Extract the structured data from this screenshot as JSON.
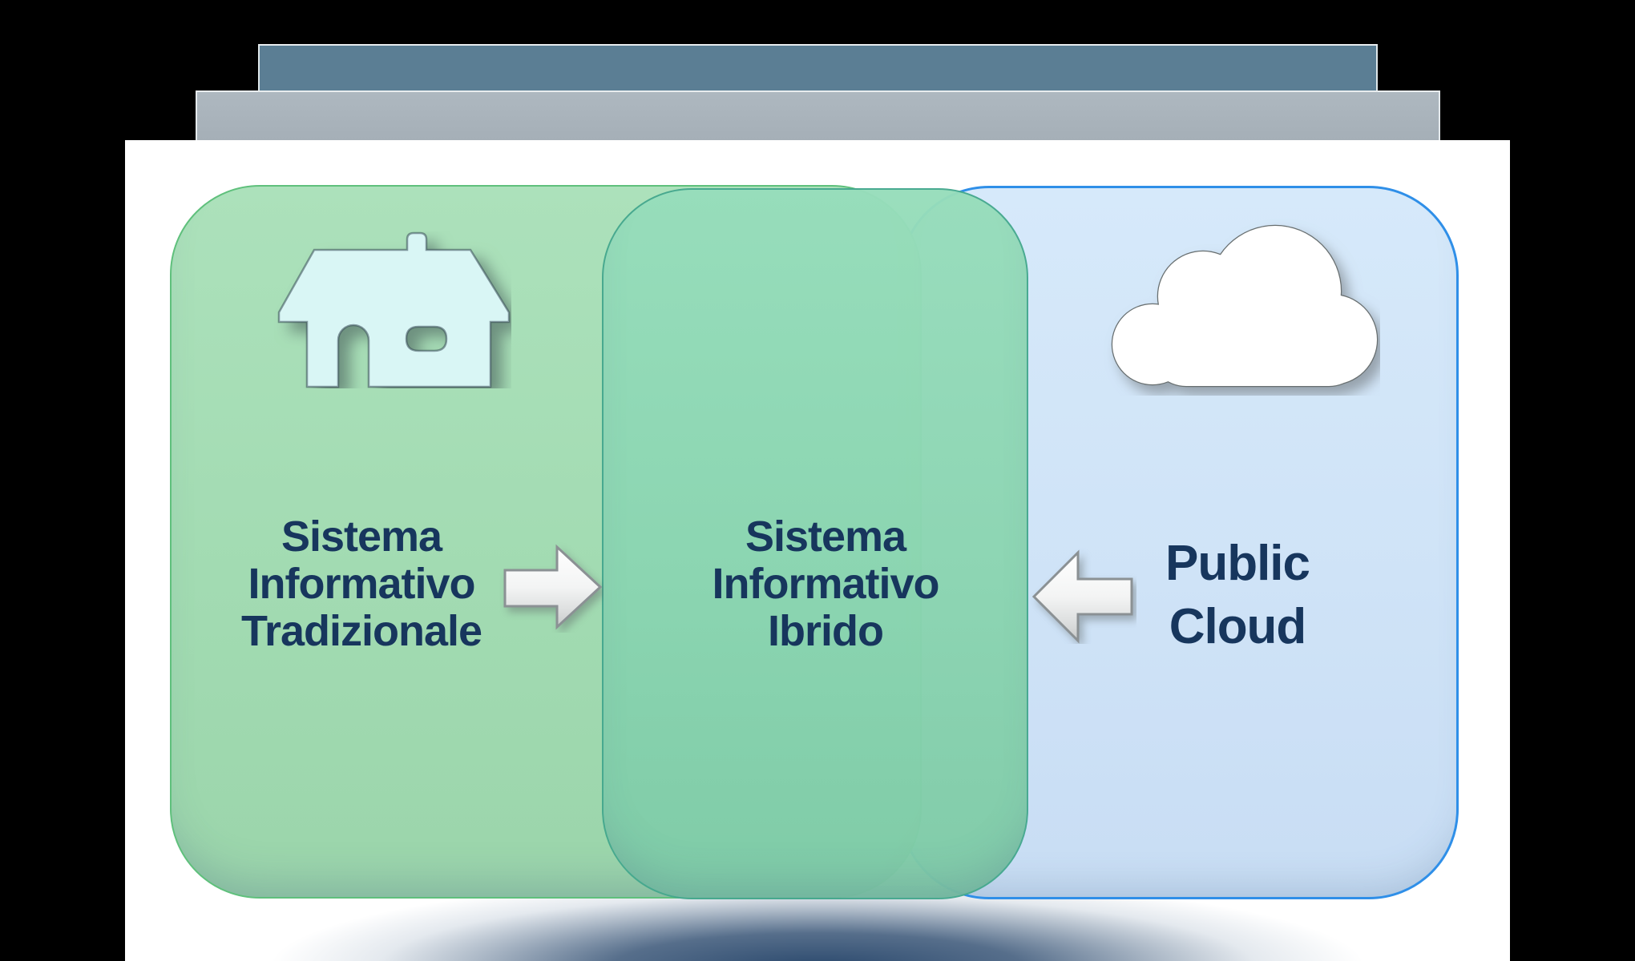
{
  "diagram": {
    "left_box": {
      "line1": "Sistema",
      "line2": "Informativo",
      "line3": "Tradizionale"
    },
    "middle_box": {
      "line1": "Sistema",
      "line2": "Informativo",
      "line3": "Ibrido"
    },
    "right_box": {
      "line1": "Public",
      "line2": "Cloud"
    }
  },
  "icons": {
    "left_box_icon": "house-icon",
    "right_box_icon": "cloud-icon",
    "left_connector": "arrow-right-icon",
    "right_connector": "arrow-left-icon"
  },
  "colors": {
    "background": "#000000",
    "slide": "#ffffff",
    "top_bar": "#5b7e94",
    "second_bar": "#a9b3bb",
    "left_box_fill": "#a2dbb2",
    "left_box_border": "#5fc07c",
    "middle_box_fill": "#8bd5b1",
    "middle_box_border": "#45a88e",
    "right_box_fill": "#cfe3f7",
    "right_box_border": "#2f8fe8",
    "label_text": "#17365d",
    "house_fill": "#d9f6f5",
    "cloud_fill": "#ffffff",
    "floor_shadow": "#2c4a6e"
  }
}
